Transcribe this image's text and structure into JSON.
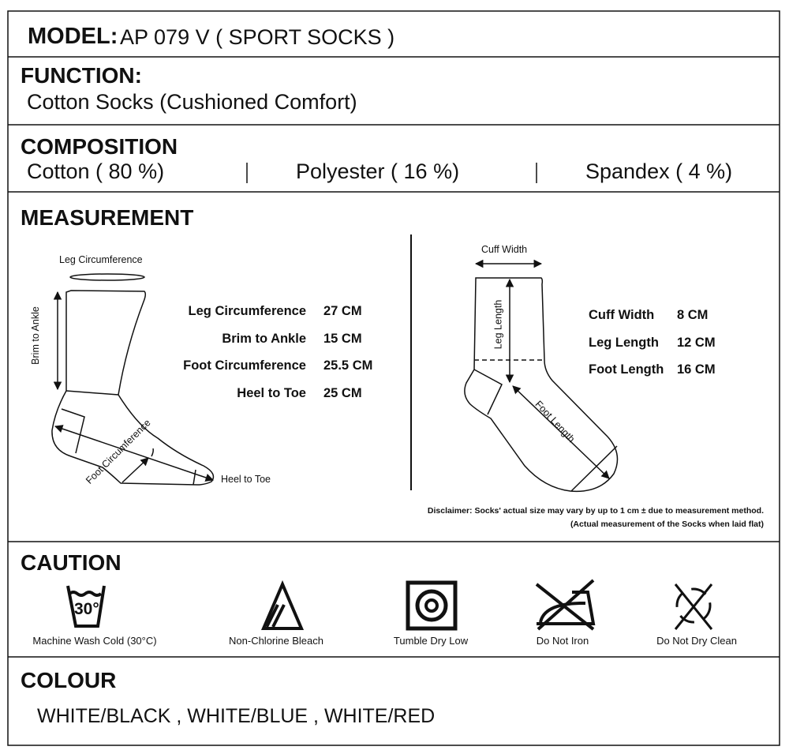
{
  "model": {
    "label": "MODEL:",
    "value": "AP 079 V  ( SPORT SOCKS )"
  },
  "function": {
    "heading": "FUNCTION:",
    "value": "Cotton Socks (Cushioned Comfort)"
  },
  "composition": {
    "heading": "COMPOSITION",
    "items": [
      "Cotton ( 80 %)",
      "Polyester ( 16 %)",
      "Spandex ( 4 %)"
    ]
  },
  "measurement": {
    "heading": "MEASUREMENT",
    "left_diagram": {
      "labels": {
        "leg_circ": "Leg Circumference",
        "brim": "Brim to Ankle",
        "foot_circ": "Foot Circumference",
        "heel": "Heel to Toe"
      },
      "rows": [
        {
          "label": "Leg Circumference",
          "value": "27 CM"
        },
        {
          "label": "Brim to Ankle",
          "value": "15 CM"
        },
        {
          "label": "Foot Circumference",
          "value": "25.5 CM"
        },
        {
          "label": "Heel to Toe",
          "value": "25 CM"
        }
      ]
    },
    "right_diagram": {
      "labels": {
        "cuff": "Cuff Width",
        "leg": "Leg Length",
        "foot": "Foot Length"
      },
      "rows": [
        {
          "label": "Cuff Width",
          "value": "8 CM"
        },
        {
          "label": "Leg Length",
          "value": "12 CM"
        },
        {
          "label": "Foot Length",
          "value": "16 CM"
        }
      ]
    },
    "disclaimer": "Disclaimer: Socks' actual size may vary by up to 1 cm ± due to measurement method.",
    "disclaimer2": "(Actual measurement of the Socks when laid flat)"
  },
  "caution": {
    "heading": "CAUTION",
    "items": [
      {
        "icon": "wash-30-icon",
        "label": "Machine Wash Cold (30°C)",
        "temp": "30°"
      },
      {
        "icon": "non-chlorine-bleach-icon",
        "label": "Non-Chlorine Bleach"
      },
      {
        "icon": "tumble-dry-low-icon",
        "label": "Tumble Dry Low"
      },
      {
        "icon": "do-not-iron-icon",
        "label": "Do Not Iron"
      },
      {
        "icon": "do-not-dry-clean-icon",
        "label": "Do Not Dry Clean"
      }
    ]
  },
  "colour": {
    "heading": "COLOUR",
    "value": "WHITE/BLACK , WHITE/BLUE , WHITE/RED"
  }
}
